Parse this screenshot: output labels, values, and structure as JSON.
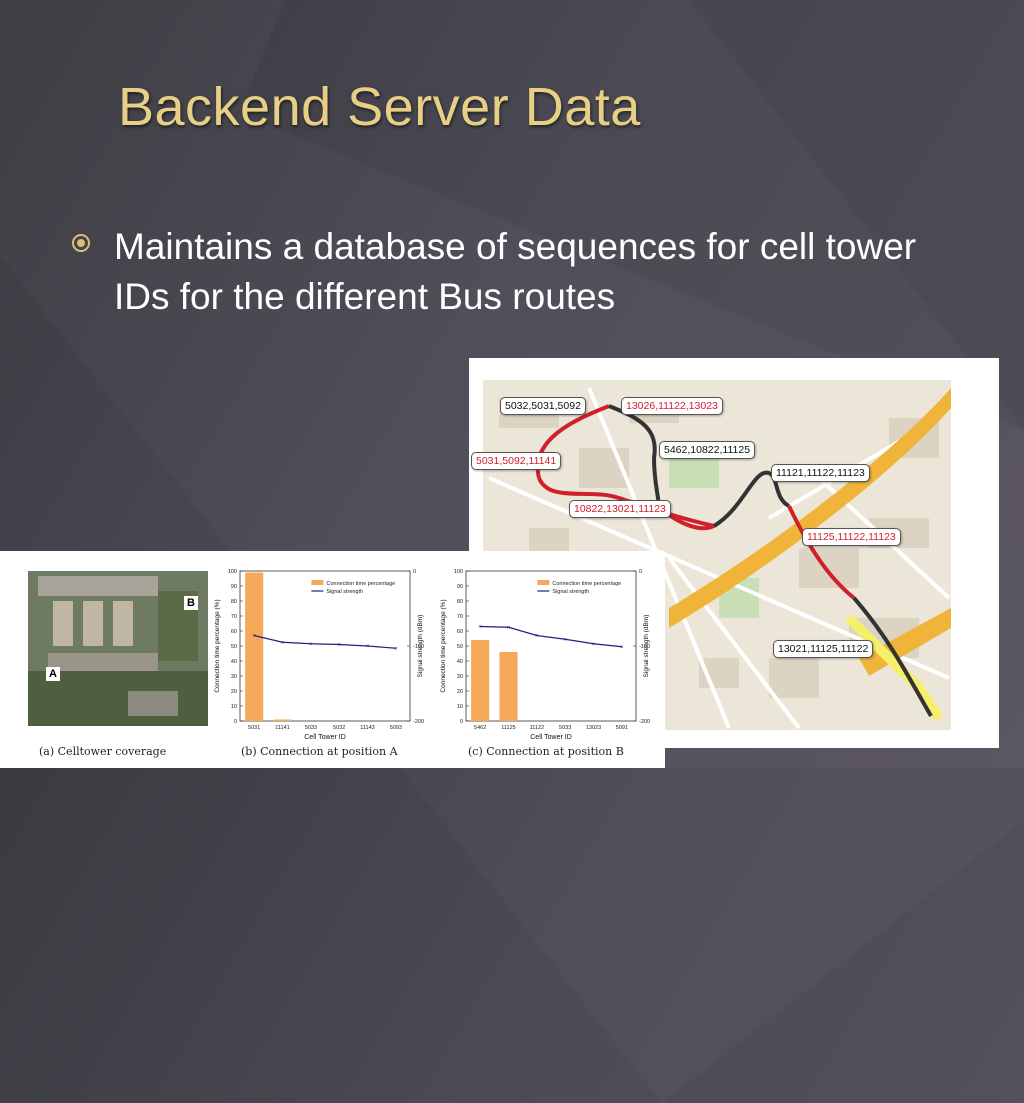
{
  "slide": {
    "title": "Backend Server Data",
    "bullet": "Maintains a database of sequences for cell tower IDs for the different Bus routes"
  },
  "map": {
    "labels": [
      {
        "text": "5032,5031,5092",
        "color": "black"
      },
      {
        "text": "13026,11122,13023",
        "color": "red"
      },
      {
        "text": "5462,10822,11125",
        "color": "black"
      },
      {
        "text": "5031,5092,11141",
        "color": "red"
      },
      {
        "text": "11121,11122,11123",
        "color": "black"
      },
      {
        "text": "10822,13021,11123",
        "color": "red"
      },
      {
        "text": "11125,11122,11123",
        "color": "red"
      },
      {
        "text": "13021,11125,11122",
        "color": "black"
      }
    ]
  },
  "figure": {
    "aerial_label_a": "A",
    "aerial_label_b": "B",
    "captions": {
      "a": "(a) Celltower coverage",
      "b": "(b) Connection at position A",
      "c": "(c) Connection at position B"
    }
  },
  "chart_data": [
    {
      "type": "bar",
      "title": "",
      "xlabel": "Cell Tower ID",
      "ylabel": "Connection time percentage (%)",
      "ylabel_right": "Signal strength (dBm)",
      "categories": [
        "5031",
        "11141",
        "5033",
        "5032",
        "11143",
        "5093"
      ],
      "ylim": [
        0,
        100
      ],
      "yticks": [
        0,
        10,
        20,
        30,
        40,
        50,
        60,
        70,
        80,
        90,
        100
      ],
      "y2lim": [
        -200,
        0
      ],
      "y2ticks": [
        0,
        -100,
        -200
      ],
      "legend": "top-right",
      "series": [
        {
          "name": "Connection time percentage",
          "kind": "bar",
          "axis": "left",
          "values": [
            99,
            1,
            0,
            0,
            0,
            0
          ],
          "color": "#f6a95a"
        },
        {
          "name": "Signal strength",
          "kind": "line",
          "axis": "right",
          "values": [
            -86,
            -95,
            -97,
            -98,
            -100,
            -103
          ],
          "color": "#1a237e"
        }
      ]
    },
    {
      "type": "bar",
      "title": "",
      "xlabel": "Cell Tower ID",
      "ylabel": "Connection time percentage (%)",
      "ylabel_right": "Signal strength (dBm)",
      "categories": [
        "5462",
        "11125",
        "11122",
        "5033",
        "13023",
        "5091"
      ],
      "ylim": [
        0,
        100
      ],
      "yticks": [
        0,
        10,
        20,
        30,
        40,
        50,
        60,
        70,
        80,
        90,
        100
      ],
      "y2lim": [
        -200,
        0
      ],
      "y2ticks": [
        0,
        -100,
        -200
      ],
      "legend": "top-right",
      "series": [
        {
          "name": "Connection time percentage",
          "kind": "bar",
          "axis": "left",
          "values": [
            54,
            46,
            0,
            0,
            0,
            0
          ],
          "color": "#f6a95a"
        },
        {
          "name": "Signal strength",
          "kind": "line",
          "axis": "right",
          "values": [
            -74,
            -75,
            -86,
            -91,
            -97,
            -101
          ],
          "color": "#1a237e"
        }
      ]
    }
  ]
}
